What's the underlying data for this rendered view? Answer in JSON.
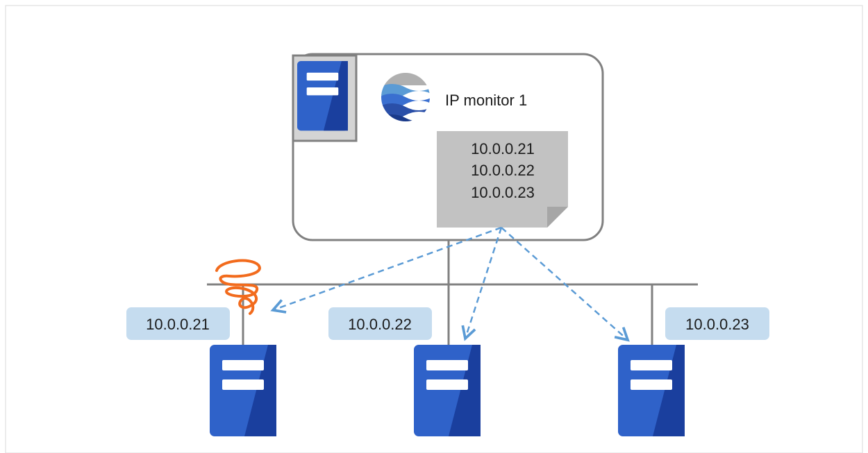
{
  "monitor": {
    "name": "IP monitor 1",
    "targets": [
      "10.0.0.21",
      "10.0.0.22",
      "10.0.0.23"
    ]
  },
  "servers": [
    {
      "ip": "10.0.0.21",
      "state": "failed"
    },
    {
      "ip": "10.0.0.22",
      "state": "ok"
    },
    {
      "ip": "10.0.0.23",
      "state": "ok"
    }
  ],
  "colors": {
    "server_blue": "#2f62c9",
    "server_dark": "#1a3f9e",
    "label_bg": "#c5dcef",
    "arrow": "#5b9bd5",
    "failure": "#f26b1d",
    "line": "#808080",
    "note_bg": "#c2c2c2"
  }
}
